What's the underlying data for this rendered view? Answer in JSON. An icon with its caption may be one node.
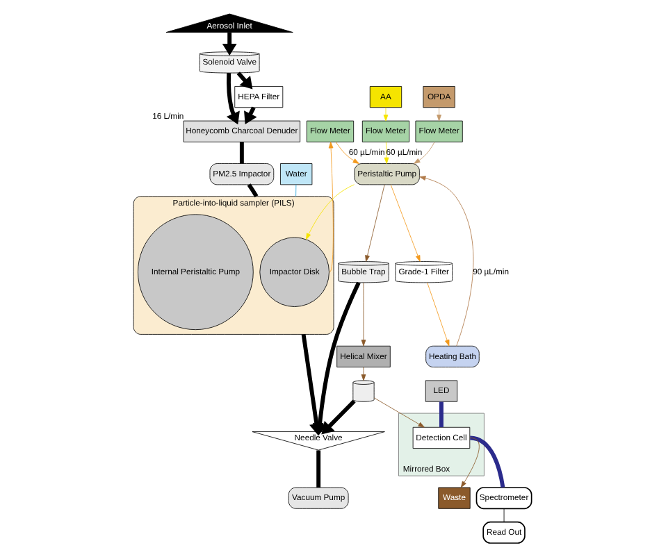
{
  "diagram": {
    "nodes": [
      {
        "text": [
          "Aerosol Inlet"
        ]
      },
      {
        "text": [
          "Solenoid Valve"
        ]
      },
      {
        "text": [
          "HEPA Filter"
        ]
      },
      {
        "text": [
          "Honeycomb Charcoal Denuder"
        ],
        "beside": [
          "16 L/min"
        ]
      },
      {
        "text": [
          "PM2.5 Impactor"
        ]
      },
      {
        "text": [
          "Particle-into-liquid sampler (PILS)"
        ]
      },
      {
        "text": [
          "Impactor Disk"
        ],
        "in": 5
      },
      {
        "text": [
          "Internal Peristaltic Pump"
        ],
        "in": 5
      },
      {
        "text": [
          "Water"
        ]
      },
      {
        "text": [
          "Flow Meter"
        ]
      },
      {
        "text": [
          "Flow Meter"
        ]
      },
      {
        "text": [
          "OPDA"
        ]
      },
      {
        "text": [
          "Peristaltic Pump"
        ]
      },
      {
        "text": [
          "Flow Meter"
        ]
      },
      {
        "text": [
          "AA"
        ]
      },
      {
        "text": [
          "Grade-1 Filter"
        ]
      },
      {
        "text": [
          "Heating Bath"
        ]
      },
      {
        "text": [
          "Helical Mixer"
        ]
      },
      {
        "text": [
          "Bubble Trap"
        ]
      },
      {
        "text": [],
        "shape": "cylinder"
      },
      {
        "text": [
          "LED"
        ]
      },
      {
        "text": [
          "Mirrored Box"
        ]
      },
      {
        "text": [
          "Detection Cell"
        ],
        "in": 21
      },
      {
        "text": [
          "Spectrometer"
        ]
      },
      {
        "text": [
          "Waste"
        ]
      },
      {
        "text": [
          "Read Out"
        ]
      },
      {
        "text": [
          "Vacuum Pump"
        ]
      },
      {
        "text": [
          "Needle Valve"
        ]
      }
    ],
    "edges": [
      {
        "from": 0,
        "to": 1,
        "arrow": "to",
        "style": "thick"
      },
      {
        "from": 1,
        "to": 2,
        "arrow": "to",
        "style": "thick"
      },
      {
        "from": 2,
        "to": 3,
        "arrow": "to",
        "style": "thick"
      },
      {
        "from": 1,
        "to": 3,
        "arrow": "to",
        "style": "thick"
      },
      {
        "from": 3,
        "to": 4,
        "arrow": "none",
        "style": "thick"
      },
      {
        "from": 4,
        "to": 5,
        "arrow": "none",
        "style": "thick"
      },
      {
        "from": 8,
        "to": 5,
        "arrow": "none",
        "color": "#29a8e0"
      },
      {
        "from": 6,
        "to": 9,
        "arrow": "to",
        "color": "#f39a1e"
      },
      {
        "from": 9,
        "to": 12,
        "label": "60 µL/min",
        "arrow": "to",
        "color": "#f39a1e"
      },
      {
        "from": 12,
        "to": 15,
        "arrow": "to",
        "color": "#f39a1e"
      },
      {
        "from": 15,
        "to": 16,
        "arrow": "to",
        "color": "#f39a1e"
      },
      {
        "from": 16,
        "to": 12,
        "label": "90 µL/min",
        "arrow": "to",
        "color": "#b07a4a"
      },
      {
        "from": 11,
        "to": 10,
        "arrow": "to",
        "color": "#c49a6c"
      },
      {
        "from": 10,
        "to": 12,
        "arrow": "to",
        "color": "#c49a6c"
      },
      {
        "from": 14,
        "to": 13,
        "arrow": "to",
        "color": "#f5e400"
      },
      {
        "from": 13,
        "to": 12,
        "label": "60 µL/min",
        "arrow": "to",
        "color": "#f5e400"
      },
      {
        "from": 12,
        "to": 6,
        "arrow": "to",
        "color": "#f5e400"
      },
      {
        "from": 12,
        "to": 18,
        "arrow": "to",
        "color": "#8b5a2b"
      },
      {
        "from": 18,
        "to": 17,
        "arrow": "to",
        "color": "#8b5a2b"
      },
      {
        "from": 17,
        "to": 19,
        "arrow": "to",
        "color": "#8b5a2b"
      },
      {
        "from": 19,
        "to": 22,
        "arrow": "to",
        "color": "#8b5a2b"
      },
      {
        "from": 22,
        "to": 24,
        "arrow": "to",
        "color": "#8b5a2b"
      },
      {
        "from": 20,
        "to": 22,
        "arrow": "none",
        "style": "thick",
        "color": "#2b2b8c"
      },
      {
        "from": 22,
        "to": 23,
        "arrow": "none",
        "style": "thick",
        "color": "#2b2b8c"
      },
      {
        "from": 23,
        "to": 25,
        "arrow": "none"
      },
      {
        "from": 5,
        "to": 27,
        "arrow": "to",
        "style": "thick"
      },
      {
        "from": 18,
        "to": 27,
        "arrow": "to",
        "style": "thick"
      },
      {
        "from": 19,
        "to": 27,
        "arrow": "to",
        "style": "thick"
      },
      {
        "from": 27,
        "to": 26,
        "arrow": "none",
        "style": "thick"
      }
    ]
  }
}
